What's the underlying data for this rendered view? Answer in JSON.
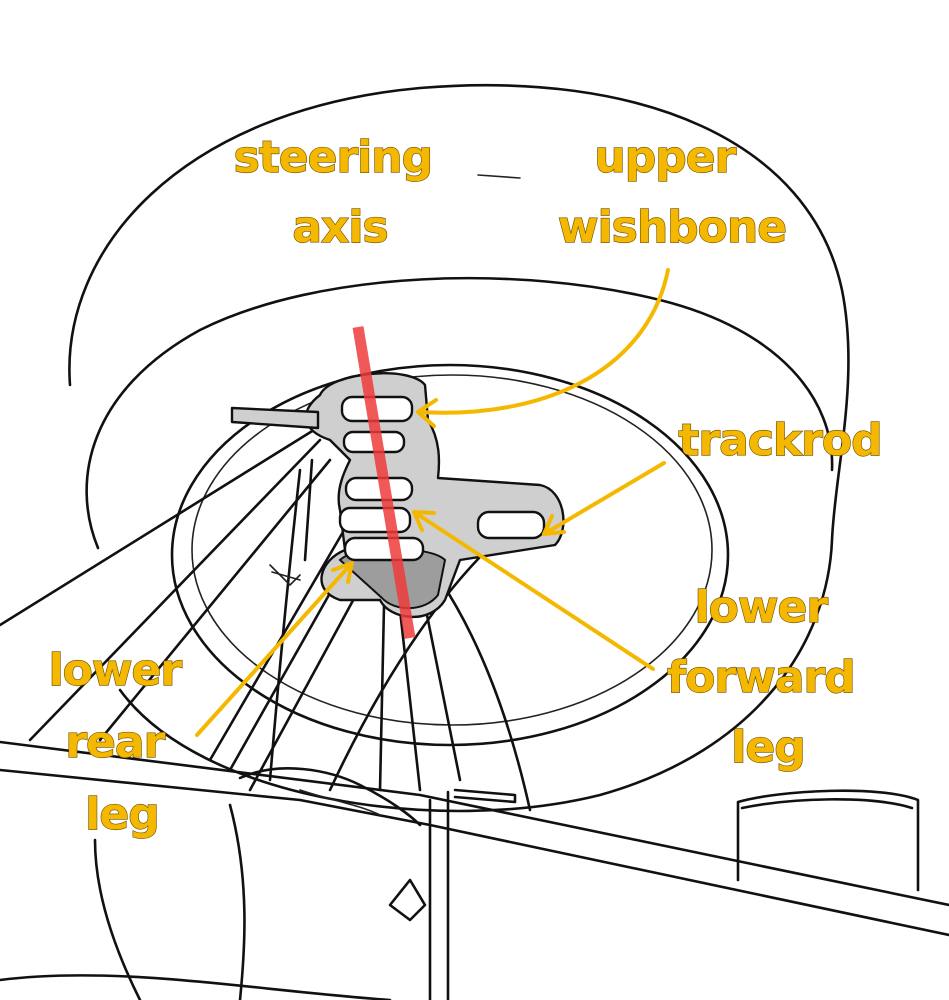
{
  "labels": {
    "steering_axis": [
      "steering",
      "axis"
    ],
    "upper_wishbone": [
      "upper",
      "wishbone"
    ],
    "trackrod": [
      "trackrod"
    ],
    "lower_forward_leg": [
      "lower",
      "forward",
      "leg"
    ],
    "lower_rear_leg": [
      "lower",
      "rear",
      "leg"
    ]
  },
  "colors": {
    "label_fill": "#f5b800",
    "arrow": "#f5b800",
    "steering_axis_line": "#ef3b3b",
    "sketch_line": "#111111",
    "upright_fill": "#cfcfcf"
  }
}
